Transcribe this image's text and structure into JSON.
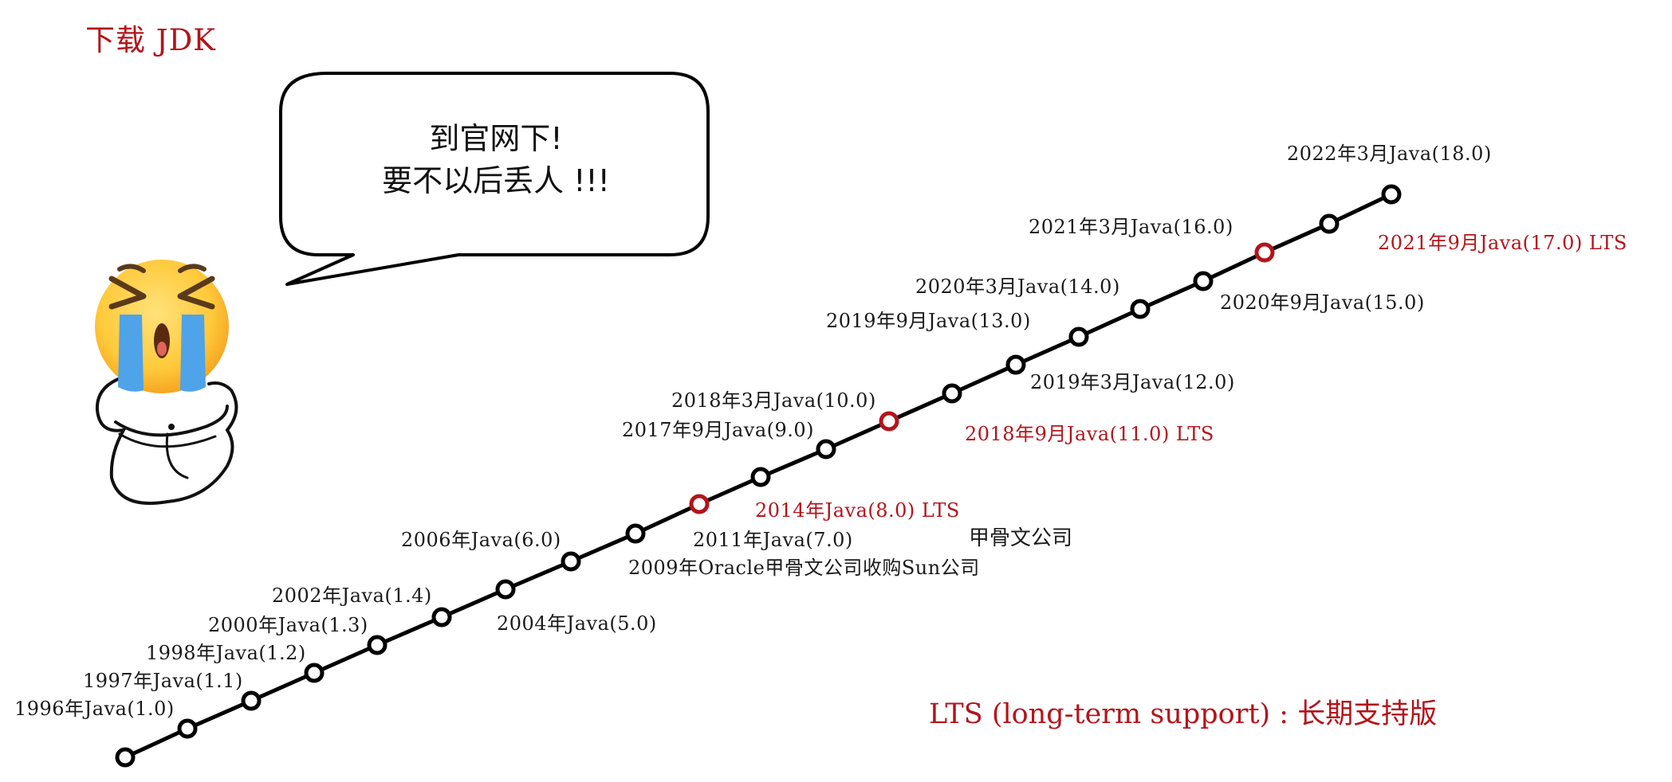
{
  "title": "下载 JDK",
  "bubble": {
    "line1": "到官网下!",
    "line2": "要不以后丢人 !!!"
  },
  "emoji": "crying-face",
  "lts_note": "LTS (long-term support) : 长期支持版",
  "colors": {
    "accent": "#b3141b",
    "line": "#000000"
  },
  "timeline": [
    {
      "label": "1996年Java(1.0)",
      "lts": false
    },
    {
      "label": "1997年Java(1.1)",
      "lts": false
    },
    {
      "label": "1998年Java(1.2)",
      "lts": false
    },
    {
      "label": "2000年Java(1.3)",
      "lts": false
    },
    {
      "label": "2002年Java(1.4)",
      "lts": false
    },
    {
      "label": "2004年Java(5.0)",
      "lts": false
    },
    {
      "label": "2006年Java(6.0)",
      "lts": false
    },
    {
      "label": "2009年Oracle甲骨文公司收购Sun公司",
      "lts": false
    },
    {
      "label": "2011年Java(7.0)",
      "lts": false
    },
    {
      "label": "2014年Java(8.0) LTS",
      "lts": true
    },
    {
      "label": "2017年9月Java(9.0)",
      "lts": false
    },
    {
      "label": "2018年3月Java(10.0)",
      "lts": false
    },
    {
      "label": "2018年9月Java(11.0) LTS",
      "lts": true
    },
    {
      "label": "2019年3月Java(12.0)",
      "lts": false
    },
    {
      "label": "2019年9月Java(13.0)",
      "lts": false
    },
    {
      "label": "2020年3月Java(14.0)",
      "lts": false
    },
    {
      "label": "2020年9月Java(15.0)",
      "lts": false
    },
    {
      "label": "2021年3月Java(16.0)",
      "lts": false
    },
    {
      "label": "2021年9月Java(17.0) LTS",
      "lts": true
    },
    {
      "label": "2022年3月Java(18.0)",
      "lts": false
    }
  ],
  "extra_label": "甲骨文公司"
}
